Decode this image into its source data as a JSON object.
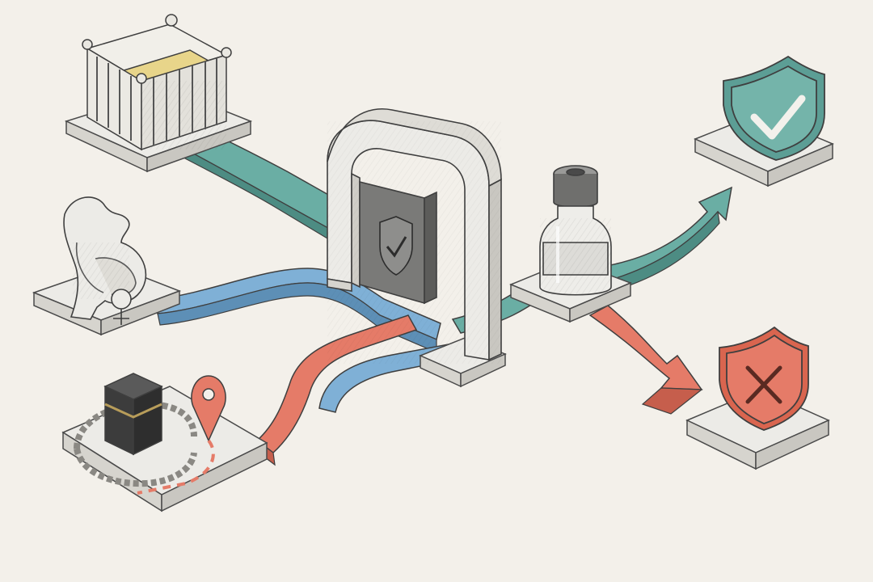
{
  "colors": {
    "background": "#f3f0ea",
    "teal": "#6aaea4",
    "blue": "#7fb0d6",
    "red": "#e57b68",
    "ink": "#4a4a4a",
    "stone": "#ecebe7",
    "stone_dark": "#c9c7c1"
  },
  "nodes": [
    {
      "id": "crib",
      "icon": "crib-icon",
      "flow_color": "teal"
    },
    {
      "id": "pregnancy",
      "icon": "pregnant-woman-female-symbol-icon",
      "flow_color": "blue"
    },
    {
      "id": "pilgrimage",
      "icon": "kaaba-location-pin-icon",
      "flow_color": "red"
    },
    {
      "id": "gate",
      "icon": "shield-check-gate-icon"
    },
    {
      "id": "vaccine",
      "icon": "vaccine-vial-icon"
    },
    {
      "id": "protected",
      "icon": "shield-check-icon",
      "flow_color": "teal"
    },
    {
      "id": "unprotected",
      "icon": "shield-x-icon",
      "flow_color": "red"
    }
  ],
  "flows": [
    {
      "from": "crib",
      "to": "gate",
      "color": "teal"
    },
    {
      "from": "pregnancy",
      "to": "gate",
      "color": "blue"
    },
    {
      "from": "pilgrimage",
      "to": "gate",
      "color": "red"
    },
    {
      "from": "gate",
      "to": "vaccine",
      "color": "teal"
    },
    {
      "from": "vaccine",
      "to": "protected",
      "color": "teal"
    },
    {
      "from": "vaccine",
      "to": "unprotected",
      "color": "red"
    }
  ]
}
